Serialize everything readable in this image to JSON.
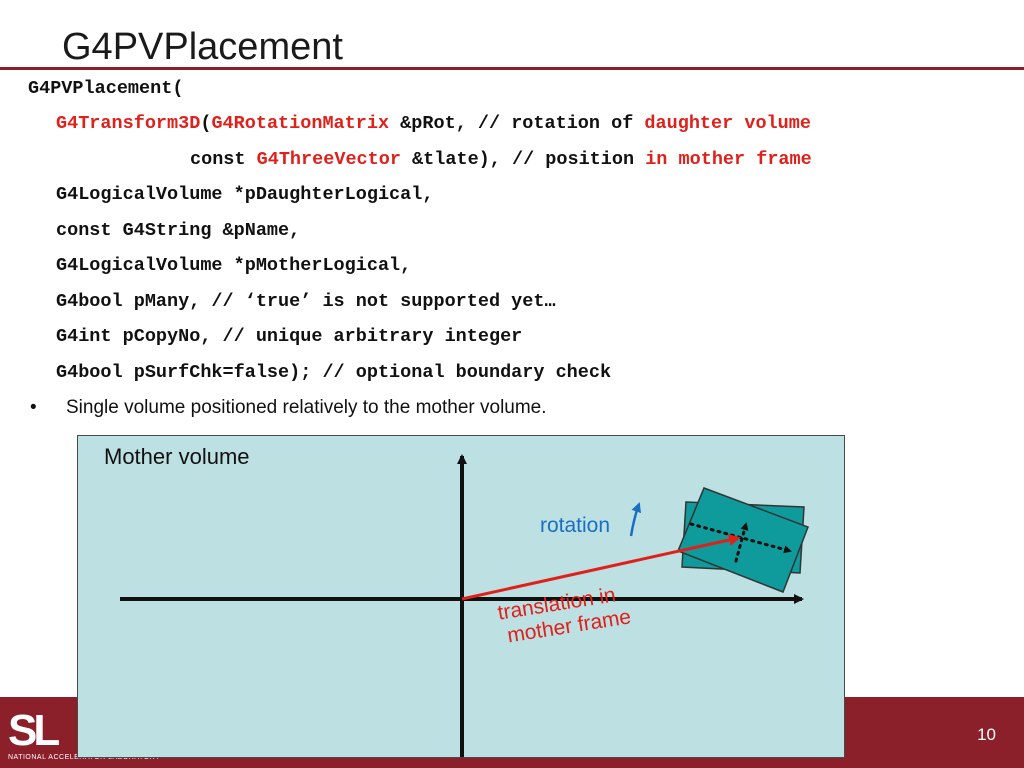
{
  "slide": {
    "title": "G4PVPlacement",
    "page_number": "10",
    "logo_text": "SL",
    "logo_subtext": "NATIONAL ACCELERATOR LABORATORY"
  },
  "code": {
    "line1": "G4PVPlacement(",
    "line2_part1": "G4Transform3D",
    "line2_part2": "(",
    "line2_part3": "G4RotationMatrix",
    "line2_part4": " &pRot, // rotation of ",
    "line2_part5": "daughter volume",
    "line3_part1": "const ",
    "line3_part2": "G4ThreeVector",
    "line3_part3": " &tlate), // position ",
    "line3_part4": "in mother frame",
    "line4": "G4LogicalVolume *pDaughterLogical,",
    "line5": "const G4String &pName,",
    "line6": "G4LogicalVolume *pMotherLogical,",
    "line7": "G4bool pMany, // ‘true’ is not supported yet…",
    "line8": "G4int pCopyNo, // unique arbitrary integer",
    "line9": "G4bool pSurfChk=false); // optional boundary check"
  },
  "bullet": {
    "marker": "•",
    "text": "Single volume positioned relatively to the mother volume."
  },
  "diagram": {
    "mother_label": "Mother volume",
    "rotation_label": "rotation",
    "translation_label_line1": "translation in",
    "translation_label_line2": "mother frame",
    "colors": {
      "background": "#bde0e3",
      "daughter_fill": "#0f9b9b",
      "translation_arrow": "#e0201a",
      "rotation_arrow": "#1a6fc4",
      "rotation_text": "#1a6fc4",
      "translation_text": "#e0201a"
    }
  }
}
